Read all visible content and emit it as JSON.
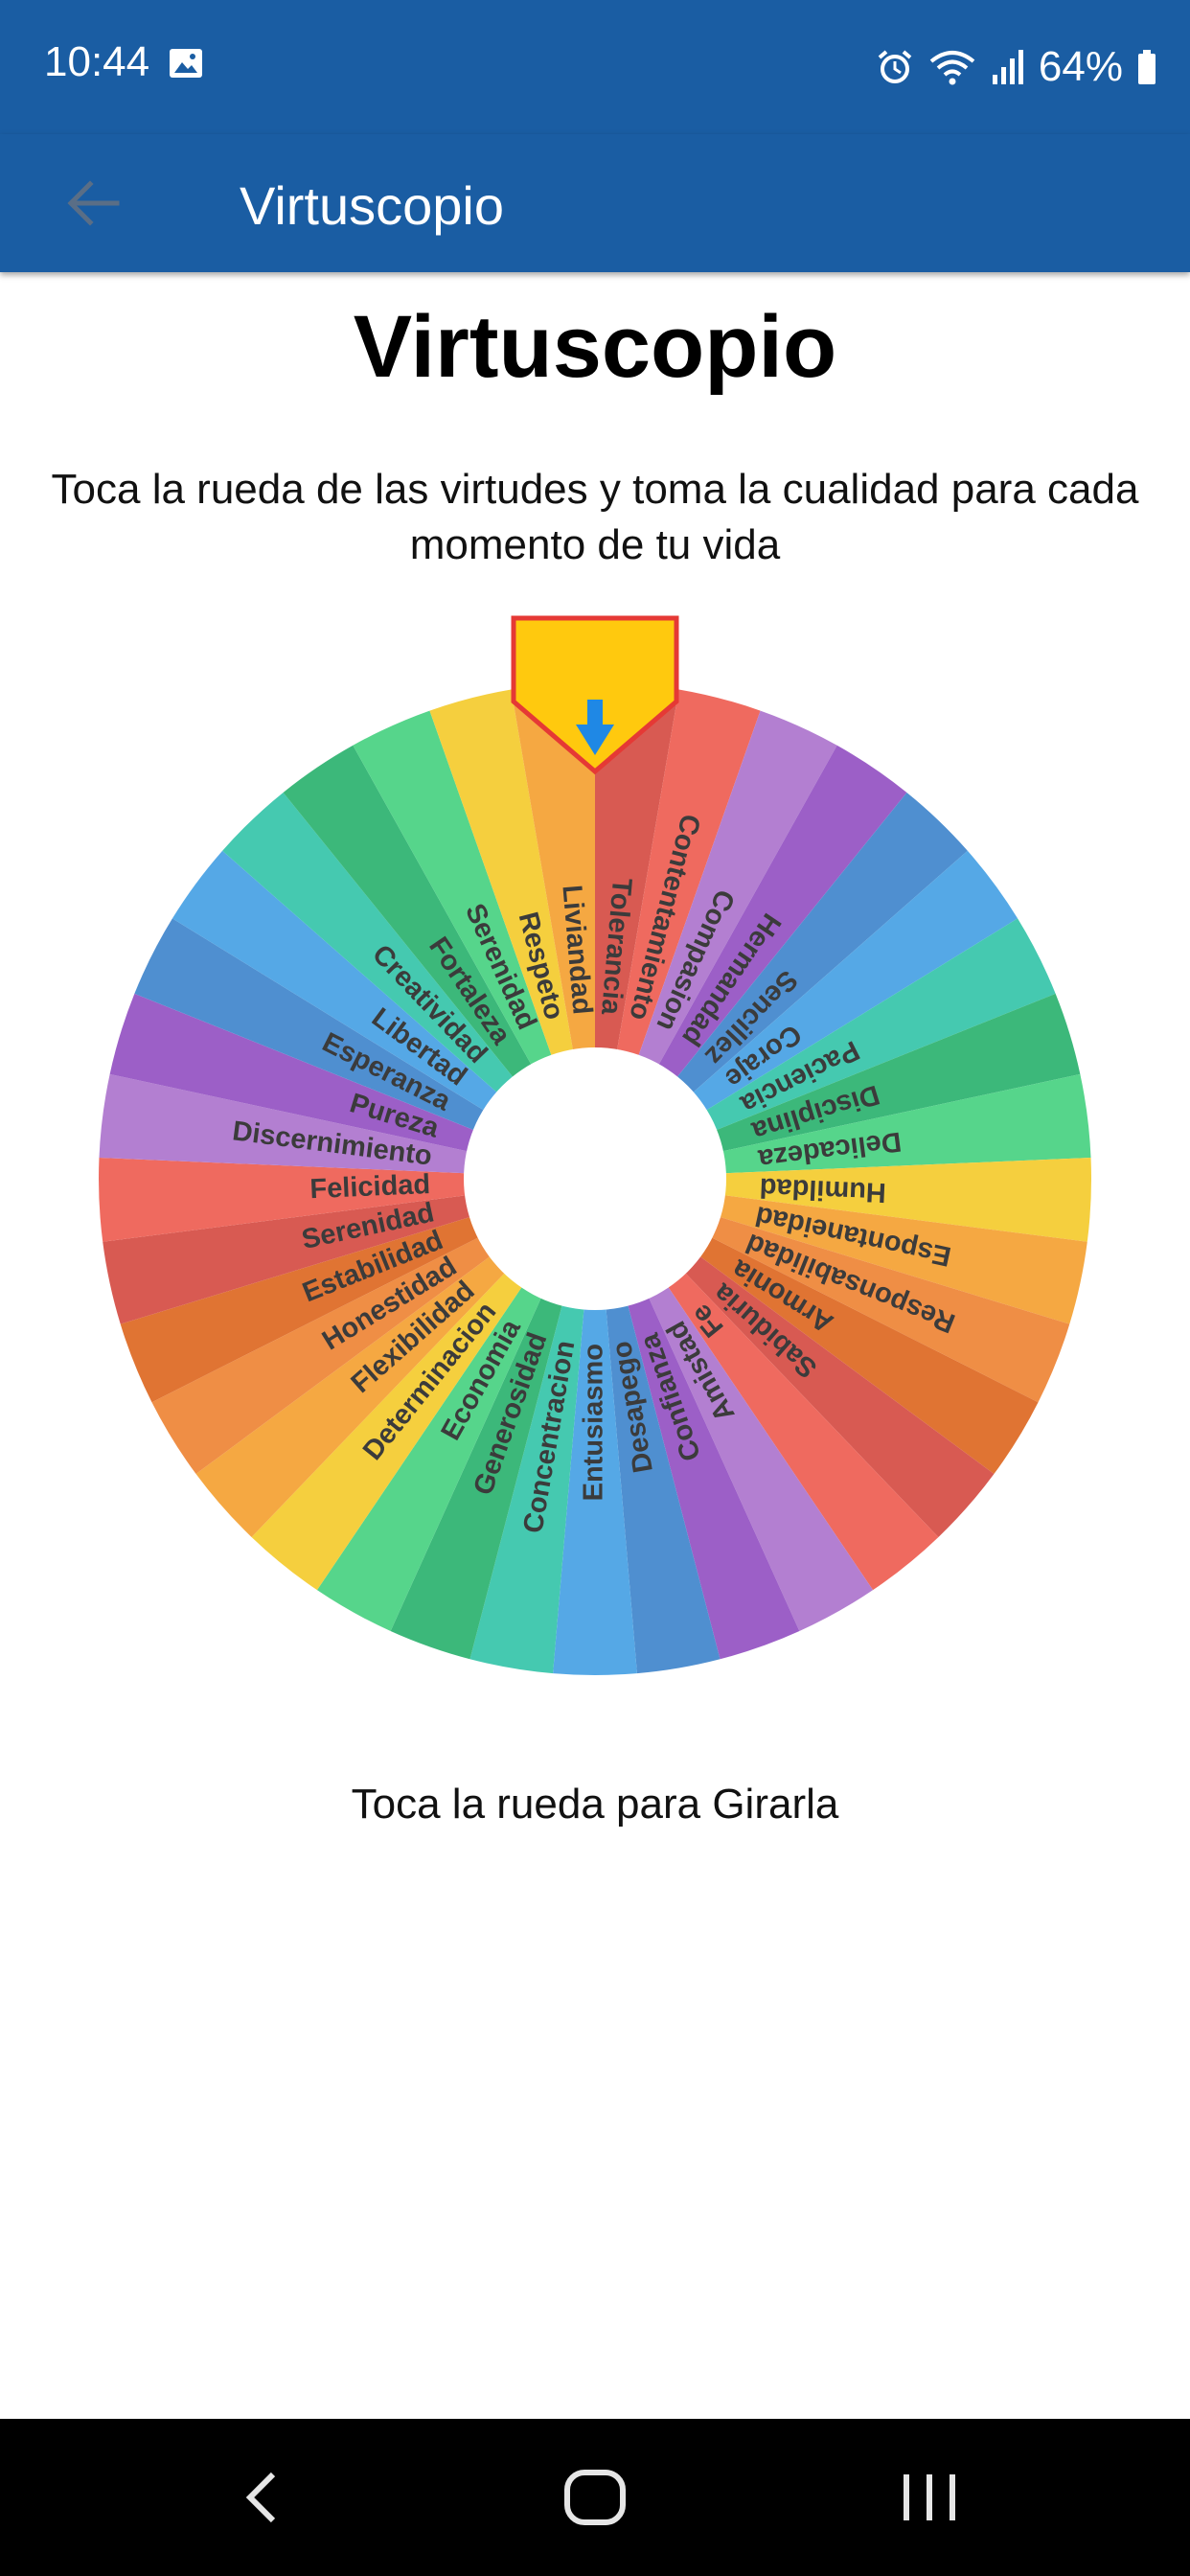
{
  "status_bar": {
    "time": "10:44",
    "battery": "64%",
    "icons": [
      "gallery-icon",
      "alarm-icon",
      "wifi-icon",
      "signal-icon",
      "battery-icon"
    ]
  },
  "app_bar": {
    "title": "Virtuscopio",
    "back_icon": "arrow-left-icon",
    "color": "#1a5da3"
  },
  "main": {
    "title": "Virtuscopio",
    "subtitle": "Toca la rueda de las virtudes y toma la cualidad para cada momento de tu vida",
    "hint": "Toca la rueda para Girarla"
  },
  "wheel": {
    "pointer_color": "#ffc90e",
    "pointer_border": "#e53935",
    "arrow_color": "#1f88e5",
    "segments": [
      {
        "label": "Tolerancia",
        "color": "#d85a52"
      },
      {
        "label": "Contentamiento",
        "color": "#ef6a5f"
      },
      {
        "label": "Compasion",
        "color": "#b37fd1"
      },
      {
        "label": "Hermandad",
        "color": "#9c5fc7"
      },
      {
        "label": "Sencillez",
        "color": "#4f8fd0"
      },
      {
        "label": "Coraje",
        "color": "#55a8e6"
      },
      {
        "label": "Paciencia",
        "color": "#45c9b0"
      },
      {
        "label": "Disciplina",
        "color": "#3cb87a"
      },
      {
        "label": "Delicadeza",
        "color": "#56d58b"
      },
      {
        "label": "Humildad",
        "color": "#f5cf3e"
      },
      {
        "label": "Espontaneidad",
        "color": "#f5a842"
      },
      {
        "label": "Responsabilidad",
        "color": "#ef8e45"
      },
      {
        "label": "Armonia",
        "color": "#e07433"
      },
      {
        "label": "Sabiduria",
        "color": "#d85a52"
      },
      {
        "label": "Fe",
        "color": "#ef6a5f"
      },
      {
        "label": "Amistad",
        "color": "#b37fd1"
      },
      {
        "label": "Confianza",
        "color": "#9c5fc7"
      },
      {
        "label": "Desapego",
        "color": "#4f8fd0"
      },
      {
        "label": "Entusiasmo",
        "color": "#55a8e6"
      },
      {
        "label": "Concentracion",
        "color": "#45c9b0"
      },
      {
        "label": "Generosidad",
        "color": "#3cb87a"
      },
      {
        "label": "Economia",
        "color": "#56d58b"
      },
      {
        "label": "Determinacion",
        "color": "#f5cf3e"
      },
      {
        "label": "Flexibilidad",
        "color": "#f5a842"
      },
      {
        "label": "Honestidad",
        "color": "#ef8e45"
      },
      {
        "label": "Estabilidad",
        "color": "#e07433"
      },
      {
        "label": "Serenidad",
        "color": "#d85a52"
      },
      {
        "label": "Felicidad",
        "color": "#ef6a5f"
      },
      {
        "label": "Discernimiento",
        "color": "#b37fd1"
      },
      {
        "label": "Pureza",
        "color": "#9c5fc7"
      },
      {
        "label": "Esperanza",
        "color": "#4f8fd0"
      },
      {
        "label": "Libertad",
        "color": "#55a8e6"
      },
      {
        "label": "Creatividad",
        "color": "#45c9b0"
      },
      {
        "label": "Fortaleza",
        "color": "#3cb87a"
      },
      {
        "label": "Serenidad",
        "color": "#56d58b"
      },
      {
        "label": "Respeto",
        "color": "#f5cf3e"
      },
      {
        "label": "Liviandad",
        "color": "#f5a842"
      }
    ]
  },
  "nav_bar": {
    "icons": [
      "nav-back-icon",
      "nav-home-icon",
      "nav-recents-icon"
    ]
  }
}
